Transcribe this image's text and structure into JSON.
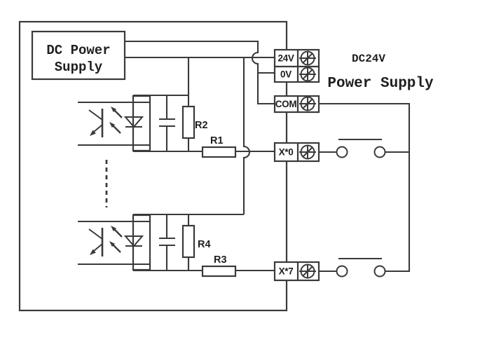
{
  "diagram": {
    "dc_supply_box": {
      "line1": "DC Power",
      "line2": "Supply"
    },
    "power_supply_label": {
      "line1": "DC24V",
      "line2": "Power Supply"
    },
    "terminals": {
      "t24v": "24V",
      "t0v": "0V",
      "com": "COM",
      "x0": "X*0",
      "x7": "X*7"
    },
    "resistors": {
      "r1": "R1",
      "r2": "R2",
      "r3": "R3",
      "r4": "R4"
    }
  },
  "colors": {
    "line": "#3a3a3a",
    "text": "#1f1f1f",
    "background": "#ffffff"
  }
}
